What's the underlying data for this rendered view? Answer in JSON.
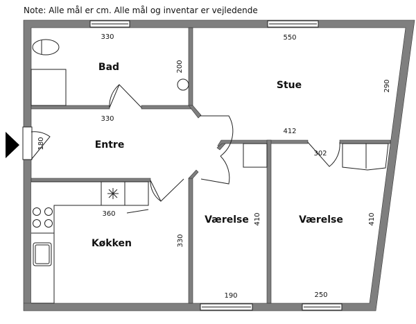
{
  "note": "Note: Alle mål er cm. Alle mål og inventar er vejledende",
  "rooms": {
    "bad": {
      "label": "Bad",
      "width": "330",
      "height": "200"
    },
    "stue": {
      "label": "Stue",
      "width": "550",
      "height": "290",
      "bottom": "412"
    },
    "entre": {
      "label": "Entre",
      "width": "330",
      "height": "180"
    },
    "kokken": {
      "label": "Køkken",
      "width": "360",
      "height": "330"
    },
    "vaerelse1": {
      "label": "Værelse",
      "width": "190",
      "height": "410"
    },
    "vaerelse2": {
      "label": "Værelse",
      "width": "250",
      "height": "410",
      "door": "302"
    }
  },
  "colors": {
    "wall": "#7f7f7f",
    "entrance_marker": "#000000"
  }
}
